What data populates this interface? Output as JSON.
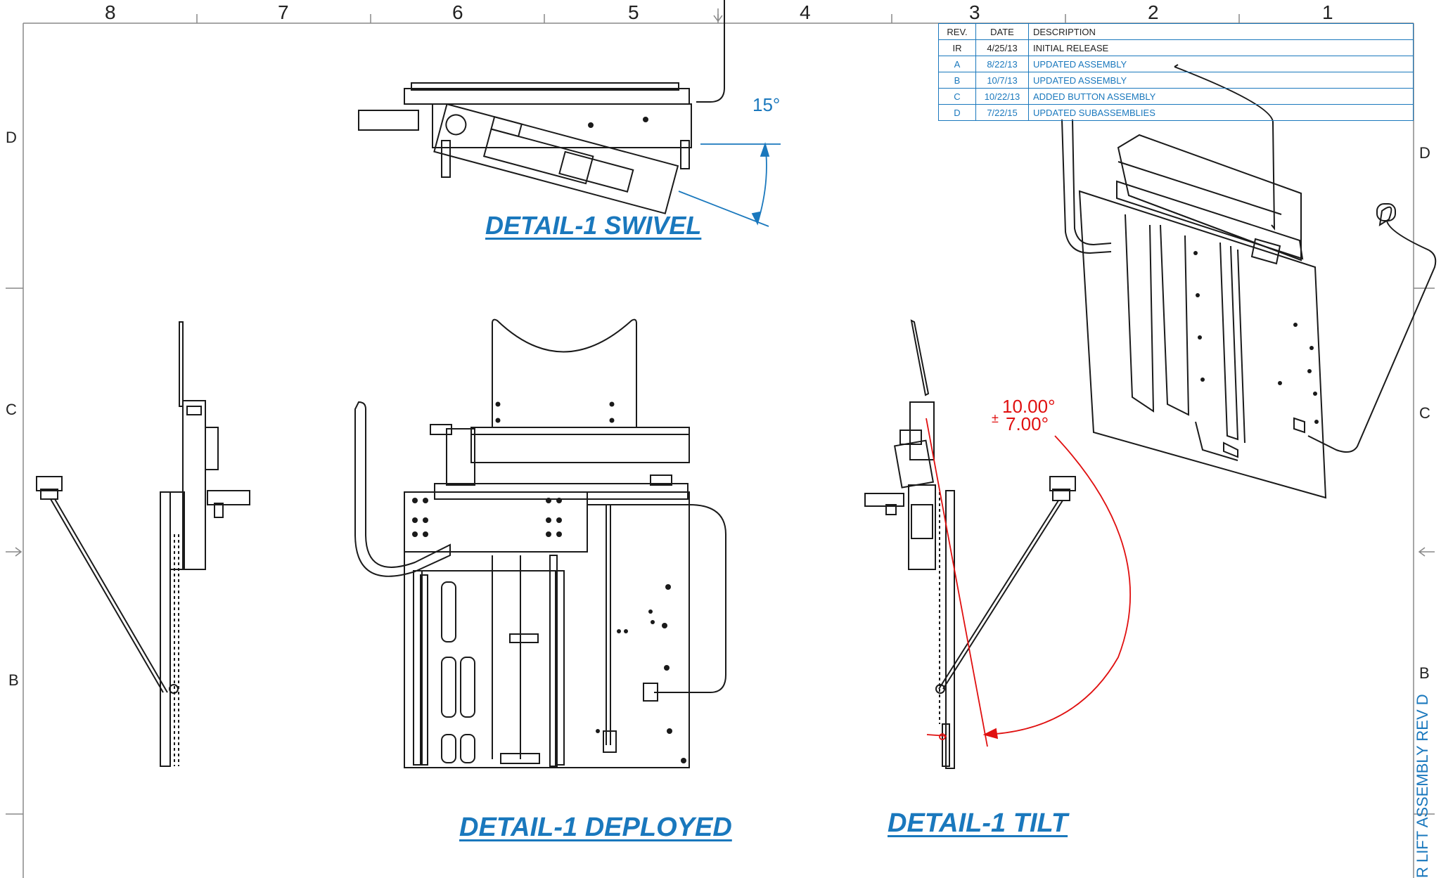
{
  "zones": {
    "columns": [
      "8",
      "7",
      "6",
      "5",
      "4",
      "3",
      "2",
      "1"
    ],
    "rows_left": [
      "D",
      "C",
      "B"
    ],
    "rows_right": [
      "D",
      "C",
      "B"
    ]
  },
  "revision_table": {
    "headers": [
      "REV.",
      "DATE",
      "DESCRIPTION"
    ],
    "rows": [
      {
        "rev": "IR",
        "date": "4/25/13",
        "description": "INITIAL RELEASE"
      },
      {
        "rev": "A",
        "date": "8/22/13",
        "description": "UPDATED ASSEMBLY"
      },
      {
        "rev": "B",
        "date": "10/7/13",
        "description": "UPDATED ASSEMBLY"
      },
      {
        "rev": "C",
        "date": "10/22/13",
        "description": "ADDED BUTTON ASSEMBLY"
      },
      {
        "rev": "D",
        "date": "7/22/15",
        "description": "UPDATED SUBASSEMBLIES"
      }
    ]
  },
  "views": {
    "swivel_title": "DETAIL-1 SWIVEL",
    "deployed_title": "DETAIL-1 DEPLOYED",
    "tilt_title": "DETAIL-1 TILT"
  },
  "dimensions": {
    "swivel_angle": "15°",
    "tilt_angle": "10.00°",
    "tilt_tolerance_sign": "±",
    "tilt_tolerance": "7.00°"
  },
  "title_block": {
    "vertical_text": "R LIFT ASSEMBLY   REV D"
  },
  "colors": {
    "accent_blue": "#1a78bd",
    "dimension_red": "#e01010",
    "line": "#1a1a1a"
  }
}
